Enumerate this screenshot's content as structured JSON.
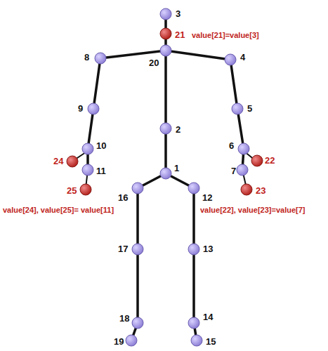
{
  "diagram": {
    "labels": [
      "3",
      "21",
      "value[21]=value[3]",
      "8",
      "20",
      "4",
      "9",
      "5",
      "2",
      "10",
      "6",
      "24",
      "22",
      "11",
      "7",
      "25",
      "23",
      "1",
      "16",
      "12",
      "value[24], value[25]= value[11]",
      "value[22], value[23]=value[7]",
      "17",
      "13",
      "18",
      "14",
      "19",
      "15"
    ]
  }
}
